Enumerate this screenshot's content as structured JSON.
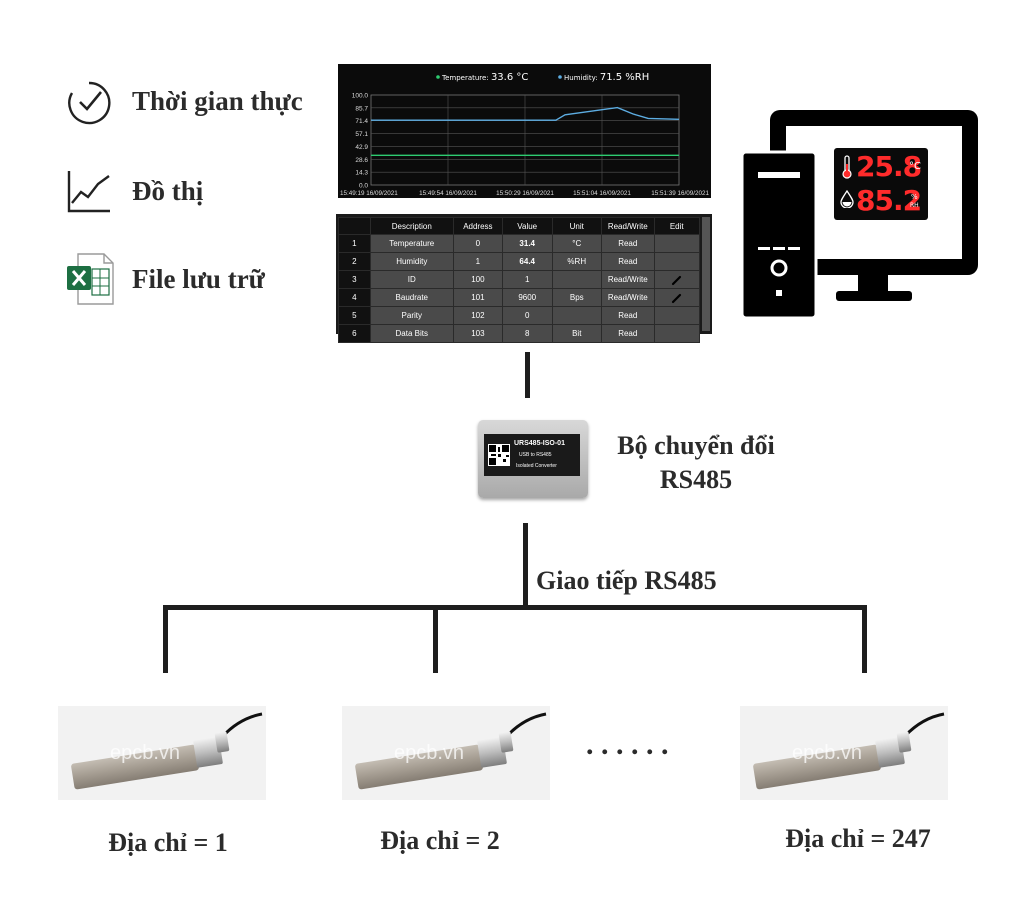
{
  "features": [
    {
      "label": "Thời gian thực",
      "icon": "clock-check-icon"
    },
    {
      "label": "Đồ thị",
      "icon": "line-graph-icon"
    },
    {
      "label": "File lưu trữ",
      "icon": "excel-file-icon"
    }
  ],
  "chart_data": {
    "type": "line",
    "legend": [
      {
        "name": "Temperature",
        "value": "33.6 °C",
        "color": "#2ecc71"
      },
      {
        "name": "Humidity",
        "value": "71.5 %RH",
        "color": "#5dade2"
      }
    ],
    "y_ticks": [
      "100.0",
      "85.7",
      "71.4",
      "57.1",
      "42.9",
      "28.6",
      "14.3",
      "0.0"
    ],
    "x_ticks": [
      "15:49:19 16/09/2021",
      "15:49:54 16/09/2021",
      "15:50:29 16/09/2021",
      "15:51:04 16/09/2021",
      "15:51:39 16/09/2021"
    ],
    "ylim": [
      0,
      100
    ],
    "grid": true,
    "series": [
      {
        "name": "Humidity",
        "color": "#5dade2",
        "x": [
          0,
          0.55,
          0.6,
          0.63,
          0.8,
          0.85,
          0.9,
          1
        ],
        "values": [
          72,
          72,
          72,
          78,
          86,
          79,
          74,
          73
        ]
      },
      {
        "name": "Temperature",
        "color": "#2ecc71",
        "x": [
          0,
          1
        ],
        "values": [
          33,
          33
        ]
      }
    ]
  },
  "register_table": {
    "headers": [
      "",
      "Description",
      "Address",
      "Value",
      "Unit",
      "Read/Write",
      "Edit"
    ],
    "rows": [
      [
        "1",
        "Temperature",
        "0",
        "31.4",
        "°C",
        "Read",
        ""
      ],
      [
        "2",
        "Humidity",
        "1",
        "64.4",
        "%RH",
        "Read",
        ""
      ],
      [
        "3",
        "ID",
        "100",
        "1",
        "",
        "Read/Write",
        "pen"
      ],
      [
        "4",
        "Baudrate",
        "101",
        "9600",
        "Bps",
        "Read/Write",
        "pen"
      ],
      [
        "5",
        "Parity",
        "102",
        "0",
        "",
        "Read",
        ""
      ],
      [
        "6",
        "Data Bits",
        "103",
        "8",
        "Bit",
        "Read",
        ""
      ]
    ]
  },
  "display": {
    "temperature": "25.8",
    "temp_unit": "°C",
    "humidity": "85.2",
    "hum_unit_top": "%",
    "hum_unit_bottom": "RH"
  },
  "converter": {
    "model": "URS485-ISO-01",
    "sub1": "USB to RS485",
    "sub2": "Isolated Converter",
    "label_line1": "Bộ chuyển đổi",
    "label_line2": "RS485"
  },
  "bus_label": "Giao tiếp RS485",
  "ellipsis": ". . . . . .",
  "sensors": [
    {
      "watermark": "epcb.vn",
      "address": "Địa chỉ = 1"
    },
    {
      "watermark": "epcb.vn",
      "address": "Địa chỉ = 2"
    },
    {
      "watermark": "epcb.vn",
      "address": "Địa chỉ = 247"
    }
  ],
  "colors": {
    "led_red": "#ff2b2b",
    "chart_temp": "#2ecc71",
    "chart_hum": "#5dade2",
    "excel_green": "#1d6f42"
  }
}
